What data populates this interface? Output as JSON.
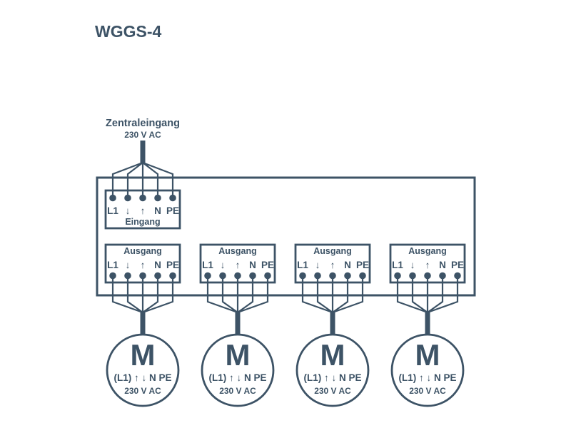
{
  "title": "WGGS-4",
  "colors": {
    "ink": "#3d5366",
    "background": "#ffffff"
  },
  "feed": {
    "label": "Zentraleingang",
    "voltage": "230 V AC"
  },
  "input_block": {
    "name": "Eingang",
    "terminals": [
      "L1",
      "↓",
      "↑",
      "N",
      "PE"
    ]
  },
  "outputs": {
    "name": "Ausgang",
    "terminals": [
      "L1",
      "↓",
      "↑",
      "N",
      "PE"
    ],
    "count": 4
  },
  "motor": {
    "symbol": "M",
    "terminals": "(L1) ↑ ↓ N PE",
    "voltage": "230 V AC",
    "count": 4
  }
}
